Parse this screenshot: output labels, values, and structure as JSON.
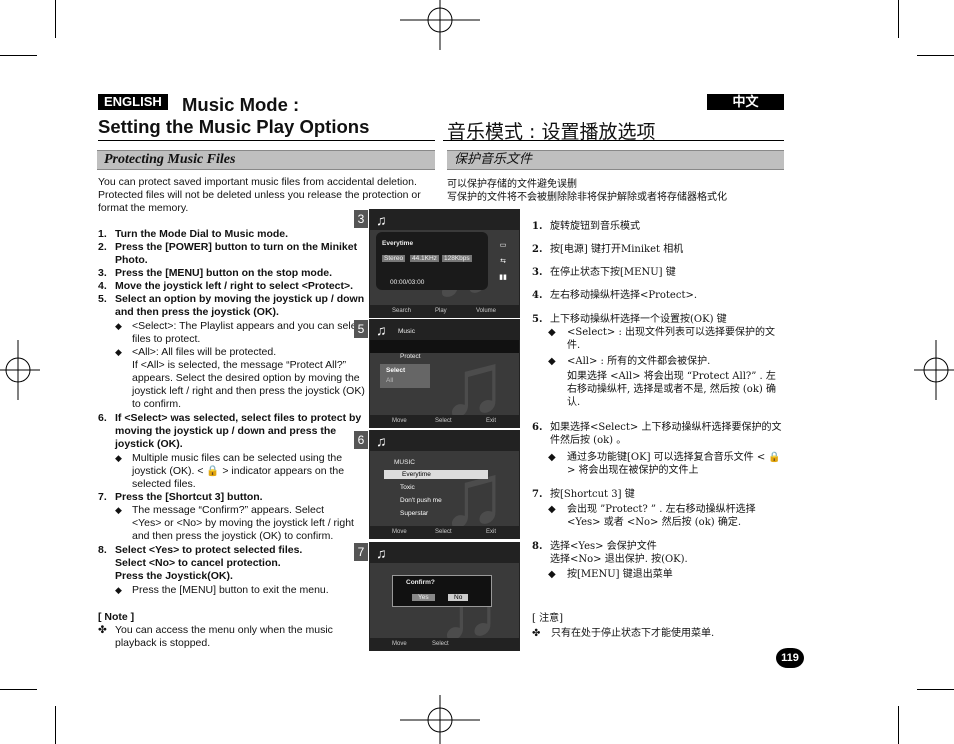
{
  "header": {
    "lang_tag_en": "ENGLISH",
    "lang_tag_cn": "中文",
    "title_line1": "Music Mode :",
    "title_line2": "Setting the Music Play Options",
    "title_cn": "音乐模式 : 设置播放选项"
  },
  "section": {
    "en": "Protecting Music Files",
    "cn": "保护音乐文件"
  },
  "intro_en": "You can protect saved important music files from accidental deletion. Protected files will not be deleted unless you release the protection or format the memory.",
  "intro_cn_1": "可以保护存储的文件避免误删",
  "intro_cn_2": "写保护的文件将不会被删除除非将保护解除或者将存储器格式化",
  "steps_en": {
    "s1": "Turn the Mode Dial to Music mode.",
    "s2": "Press the [POWER] button to turn on the Miniket Photo.",
    "s3": "Press the [MENU] button on the stop mode.",
    "s4": "Move the joystick left / right to select <Protect>.",
    "s5": "Select an option by moving the joystick up / down and then press the joystick (OK).",
    "s5_b1": "<Select>: The Playlist appears and you can select files to protect.",
    "s5_b2": "<All>: All files will be protected.",
    "s5_b2_more": "If <All> is selected, the message “Protect All?” appears. Select the desired option by moving the joystick left / right and then press the joystick (OK) to confirm.",
    "s6": "If <Select> was selected, select files to protect by moving the joystick up / down and press the joystick (OK).",
    "s6_b1": "Multiple music files can be selected using the joystick (OK). < 🔒 > indicator appears on the selected files.",
    "s7": "Press the [Shortcut 3] button.",
    "s7_b1": "The message “Confirm?” appears. Select <Yes> or <No> by moving the joystick left / right and then press the joystick (OK) to confirm.",
    "s8a": "Select <Yes> to protect selected files.",
    "s8b": "Select <No> to cancel protection.",
    "s8c": "Press the Joystick(OK).",
    "s8_b1": "Press the [MENU] button to exit the menu."
  },
  "note_en": {
    "head": "[ Note ]",
    "body": "You can access the menu only when the music playback is stopped."
  },
  "steps_cn": {
    "s1": "旋转旋钮到音乐模式",
    "s2": "按[电源] 键打开Miniket 相机",
    "s3": "在停止状态下按[MENU] 键",
    "s4": "左右移动操纵杆选择<Protect>.",
    "s5": "上下移动操纵杆选择一个设置按(OK) 键",
    "s5_b1": "<Select> : 出现文件列表可以选择要保护的文件.",
    "s5_b2": "<All> : 所有的文件都会被保护.",
    "s5_b2_more": "如果选择 <All> 将会出现 “Protect All?” . 左右移动操纵杆, 选择是或者不是, 然后按 (ok) 确认.",
    "s6": "如果选择<Select> 上下移动操纵杆选择要保护的文件然后按 (ok) 。",
    "s6_b1": "通过多功能键[OK] 可以选择复合音乐文件 < 🔒 > 将会出现在被保护的文件上",
    "s7": "按[Shortcut 3] 键",
    "s7_b1": "会出现 ”Protect? ” . 左右移动操纵杆选择 <Yes> 或者 <No> 然后按 (ok) 确定.",
    "s8a": "选择<Yes> 会保护文件",
    "s8b": "选择<No> 退出保护. 按(OK).",
    "s8_b1": "按[MENU] 键退出菜单"
  },
  "note_cn": {
    "head": "[ 注意]",
    "body": "只有在处于停止状态下才能使用菜单."
  },
  "screens": {
    "s3": {
      "num": "3",
      "track": "Everytime",
      "stereo": "Stereo",
      "khz": "44.1KHz",
      "kbps": "128Kbps",
      "time": "00:00/03:00",
      "b1": "Search",
      "b2": "Play",
      "b3": "Volume"
    },
    "s5": {
      "num": "5",
      "head": "Music",
      "mid": "Protect",
      "opt1": "Select",
      "opt2": "All",
      "b1": "Move",
      "b2": "Select",
      "b3": "Exit"
    },
    "s6": {
      "num": "6",
      "head": "MUSIC",
      "f1": "Everytime",
      "f2": "Toxic",
      "f3": "Don't push me",
      "f4": "Superstar",
      "b1": "Move",
      "b2": "Select",
      "b3": "Exit"
    },
    "s7": {
      "num": "7",
      "confirm": "Confirm?",
      "yes": "Yes",
      "no": "No",
      "b1": "Move",
      "b2": "Select"
    }
  },
  "page_number": "119"
}
